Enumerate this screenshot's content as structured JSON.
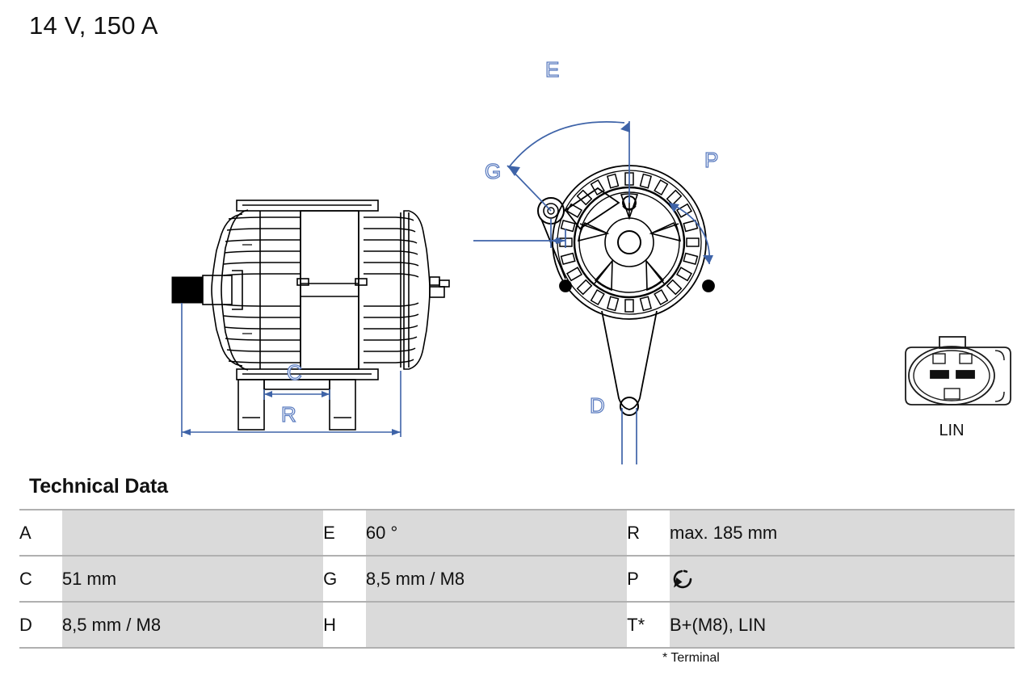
{
  "header": {
    "title": "14 V, 150 A"
  },
  "drawing": {
    "side_view": {
      "name": "alternator-side-view",
      "dimension_labels": [
        {
          "id": "C",
          "label": "C"
        },
        {
          "id": "R",
          "label": "R"
        }
      ]
    },
    "front_view": {
      "name": "alternator-front-view",
      "dimension_labels": [
        {
          "id": "E",
          "label": "E"
        },
        {
          "id": "G",
          "label": "G"
        },
        {
          "id": "P",
          "label": "P"
        },
        {
          "id": "D",
          "label": "D"
        }
      ]
    },
    "connector": {
      "name": "lin-connector",
      "label": "LIN",
      "pin_count": 2
    },
    "line_color": "#3e63a8",
    "outline_color": "#000000"
  },
  "technical_data": {
    "heading": "Technical Data",
    "footnote": "* Terminal",
    "rows": [
      {
        "key1": "A",
        "val1": "",
        "key2": "E",
        "val2": "60 °",
        "key3": "R",
        "val3": "max. 185 mm"
      },
      {
        "key1": "C",
        "val1": "51 mm",
        "key2": "G",
        "val2": "8,5 mm / M8",
        "key3": "P",
        "val3": "",
        "val3_icon": "rotation-ccw-icon"
      },
      {
        "key1": "D",
        "val1": "8,5 mm / M8",
        "key2": "H",
        "val2": "",
        "key3": "T*",
        "val3": "B+(M8), LIN"
      }
    ]
  },
  "colors": {
    "dimension_blue": "#3e63a8",
    "table_value_bg": "#dadada",
    "table_rule": "#b0b0b0",
    "text": "#111111"
  }
}
